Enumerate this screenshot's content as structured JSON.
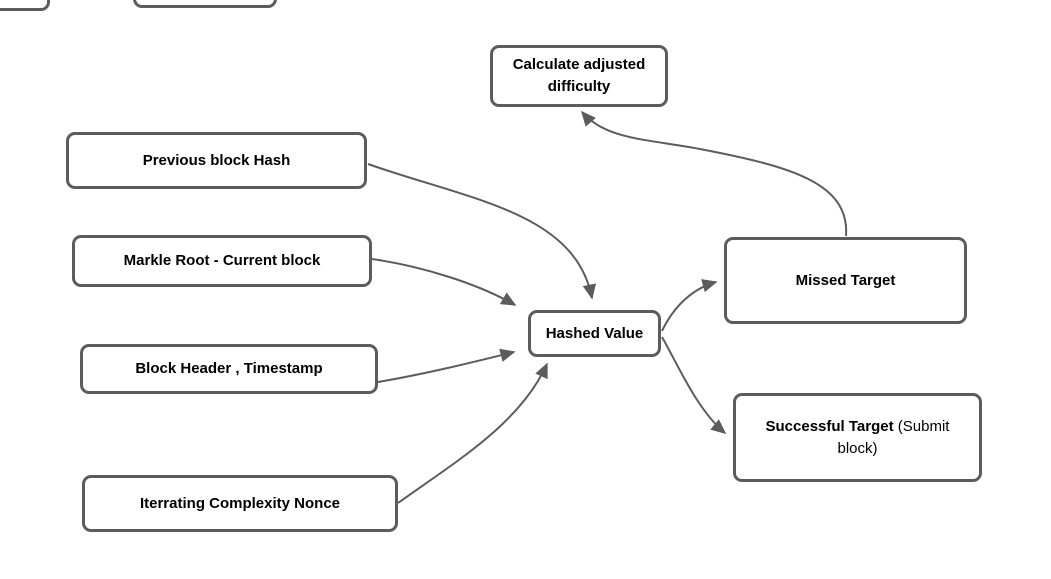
{
  "diagram": {
    "title_hint": "blockchain-mining-flow",
    "colors": {
      "stroke": "#5c5c5c",
      "text": "#000000",
      "background": "#ffffff"
    },
    "nodes": {
      "calc_difficulty": {
        "label": "Calculate adjusted difficulty"
      },
      "prev_hash": {
        "label": "Previous block Hash"
      },
      "merkle_root": {
        "label": "Markle Root - Current block"
      },
      "block_header": {
        "label": "Block Header , Timestamp"
      },
      "nonce": {
        "label": "Iterrating Complexity Nonce"
      },
      "hashed_value": {
        "label": "Hashed Value"
      },
      "missed_target": {
        "label": "Missed Target"
      },
      "successful_target": {
        "label_bold": "Successful Target",
        "label_regular": " (Submit block)"
      }
    },
    "edges": [
      {
        "from": "Previous block Hash",
        "to": "Hashed Value"
      },
      {
        "from": "Markle Root - Current block",
        "to": "Hashed Value"
      },
      {
        "from": "Block Header , Timestamp",
        "to": "Hashed Value"
      },
      {
        "from": "Iterrating Complexity Nonce",
        "to": "Hashed Value"
      },
      {
        "from": "Hashed Value",
        "to": "Missed Target"
      },
      {
        "from": "Hashed Value",
        "to": "Successful Target (Submit block)"
      },
      {
        "from": "Missed Target",
        "to": "Calculate adjusted difficulty"
      }
    ]
  }
}
